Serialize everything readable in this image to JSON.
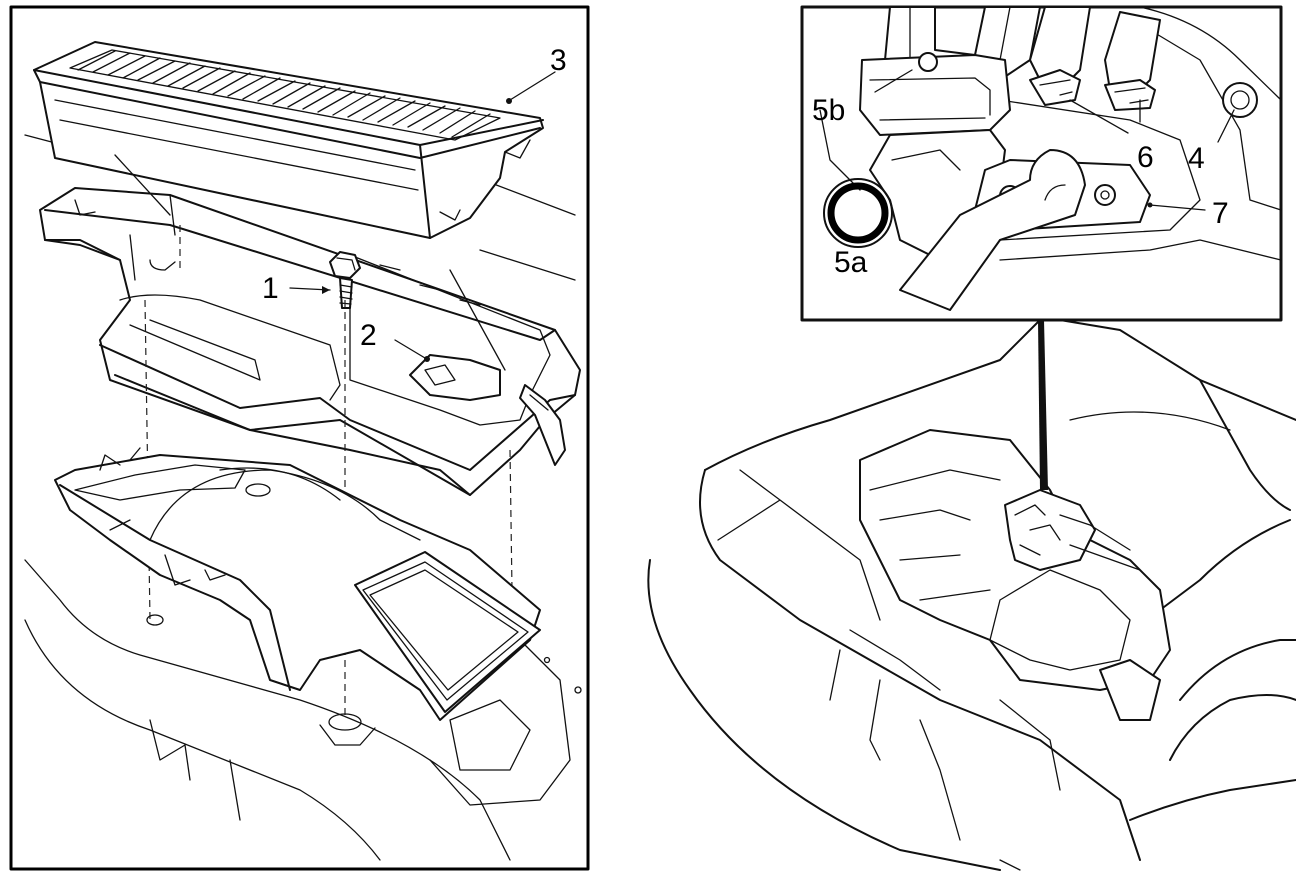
{
  "callouts": {
    "c1": "1",
    "c2": "2",
    "c3": "3",
    "c4": "4",
    "c5a": "5a",
    "c5b": "5b",
    "c6": "6",
    "c7": "7"
  },
  "colors": {
    "ink": "#111111",
    "paper": "#ffffff"
  }
}
